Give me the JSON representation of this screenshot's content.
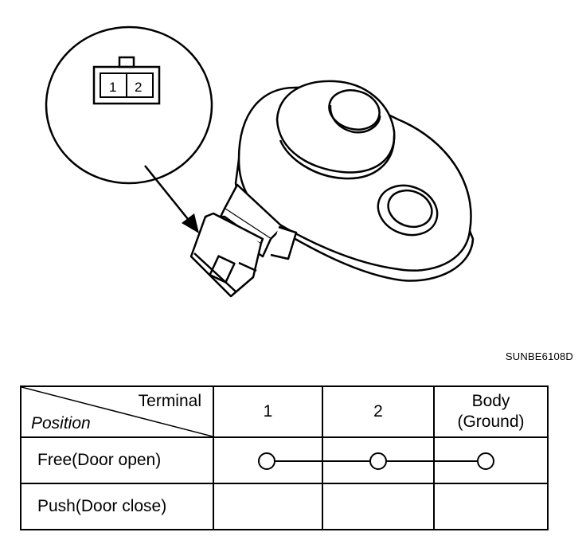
{
  "connector": {
    "pin_1": "1",
    "pin_2": "2"
  },
  "figure_code": "SUNBE6108D",
  "table": {
    "header_terminal": "Terminal",
    "header_position": "Position",
    "columns": [
      "1",
      "2",
      "Body",
      "(Ground)"
    ],
    "rows": [
      {
        "position": "Free(Door open)",
        "continuity": [
          "1",
          "2",
          "Body (Ground)"
        ]
      },
      {
        "position": "Push(Door close)",
        "continuity": []
      }
    ]
  }
}
